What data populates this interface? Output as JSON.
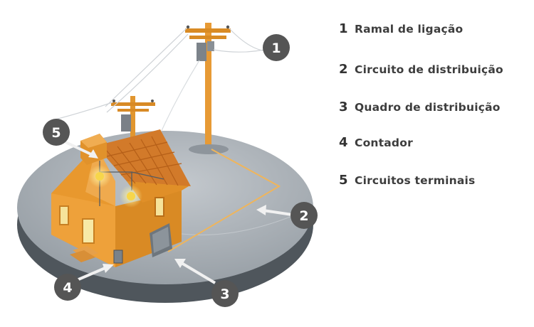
{
  "legend": {
    "items": [
      {
        "number": "1",
        "label": "Ramal de ligação"
      },
      {
        "number": "2",
        "label": "Circuito de distribuição"
      },
      {
        "number": "3",
        "label": "Quadro de distribuição"
      },
      {
        "number": "4",
        "label": "Contador"
      },
      {
        "number": "5",
        "label": "Circuitos terminais"
      }
    ]
  },
  "callouts": [
    "1",
    "2",
    "3",
    "4",
    "5"
  ],
  "colors": {
    "ground_top": "#a3aab1",
    "ground_edge": "#4f565c",
    "house_wall": "#e8982e",
    "house_wall_dark": "#c97b1c",
    "roof": "#d27a2a",
    "pole": "#e79a35",
    "wire": "#f0b55a",
    "callout": "#555555",
    "arrow": "#f1f1f1",
    "bulb": "#f7d64a",
    "legend_text": "#3d3d3d"
  }
}
